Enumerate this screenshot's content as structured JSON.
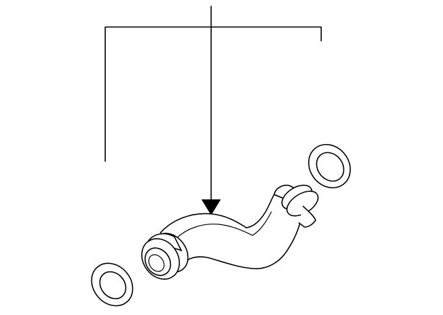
{
  "diagram": {
    "kind": "exploded parts illustration",
    "background_color": "#ffffff",
    "line_color": "#000000",
    "callout_arrow_color": "#000000",
    "parts": [
      {
        "name": "upper-seal-ring"
      },
      {
        "name": "curved-hose"
      },
      {
        "name": "lower-seal-ring"
      }
    ]
  }
}
